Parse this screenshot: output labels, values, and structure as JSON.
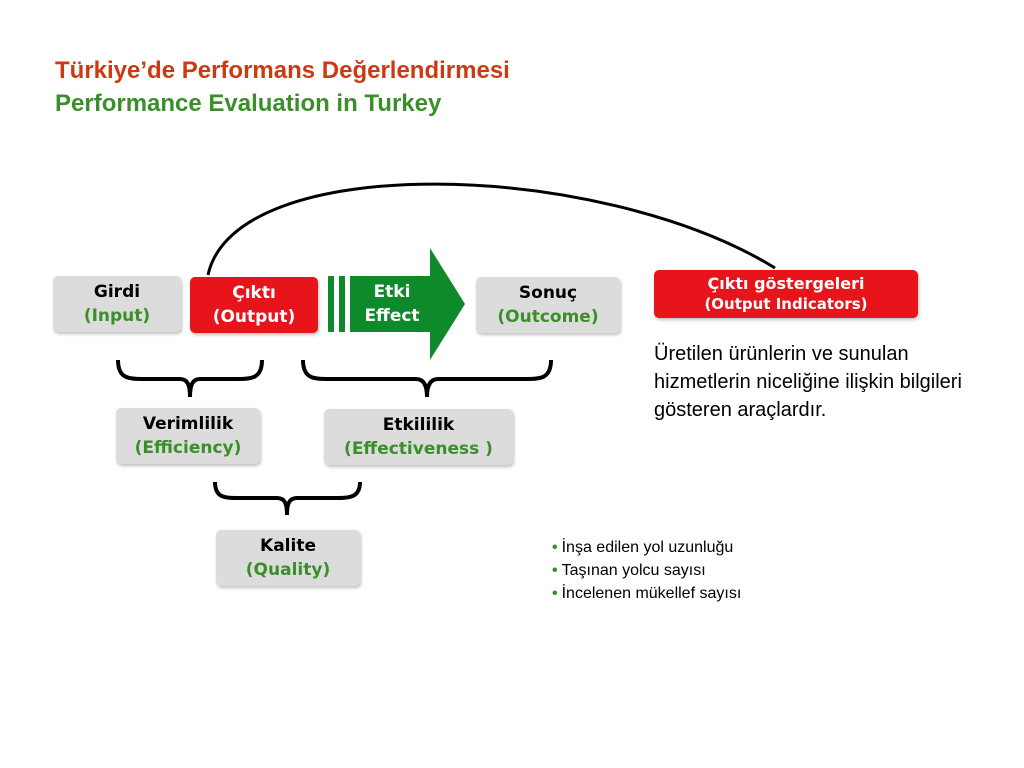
{
  "title": {
    "tr": "Türkiye’de Performans Değerlendirmesi",
    "en": "Performance Evaluation in Turkey"
  },
  "boxes": {
    "girdi": {
      "label": "Girdi",
      "sub": "(Input)"
    },
    "cikti": {
      "label": "Çıktı",
      "sub": "(Output)"
    },
    "etki": {
      "label": "Etki",
      "sub": "Effect"
    },
    "sonuc": {
      "label": "Sonuç",
      "sub": "(Outcome)"
    },
    "cikti_gostergeleri": {
      "label": "Çıktı göstergeleri",
      "sub": "(Output Indicators)"
    },
    "verimlilik": {
      "label": "Verimlilik",
      "sub": "(Efficiency)"
    },
    "etkililik": {
      "label": "Etkililik",
      "sub": "(Effectiveness )"
    },
    "kalite": {
      "label": "Kalite",
      "sub": "(Quality)"
    }
  },
  "description": "Üretilen ürünlerin ve sunulan hizmetlerin niceliğine ilişkin bilgileri gösteren araçlardır.",
  "examples": [
    "İnşa edilen yol uzunluğu",
    "Taşınan yolcu sayısı",
    "İncelenen mükellef sayısı"
  ],
  "colors": {
    "title_red": "#cc3a12",
    "title_green": "#3a8f2a",
    "box_red": "#e8141c",
    "box_grey": "#dcdcdc",
    "arrow_green": "#0f8a2a"
  }
}
